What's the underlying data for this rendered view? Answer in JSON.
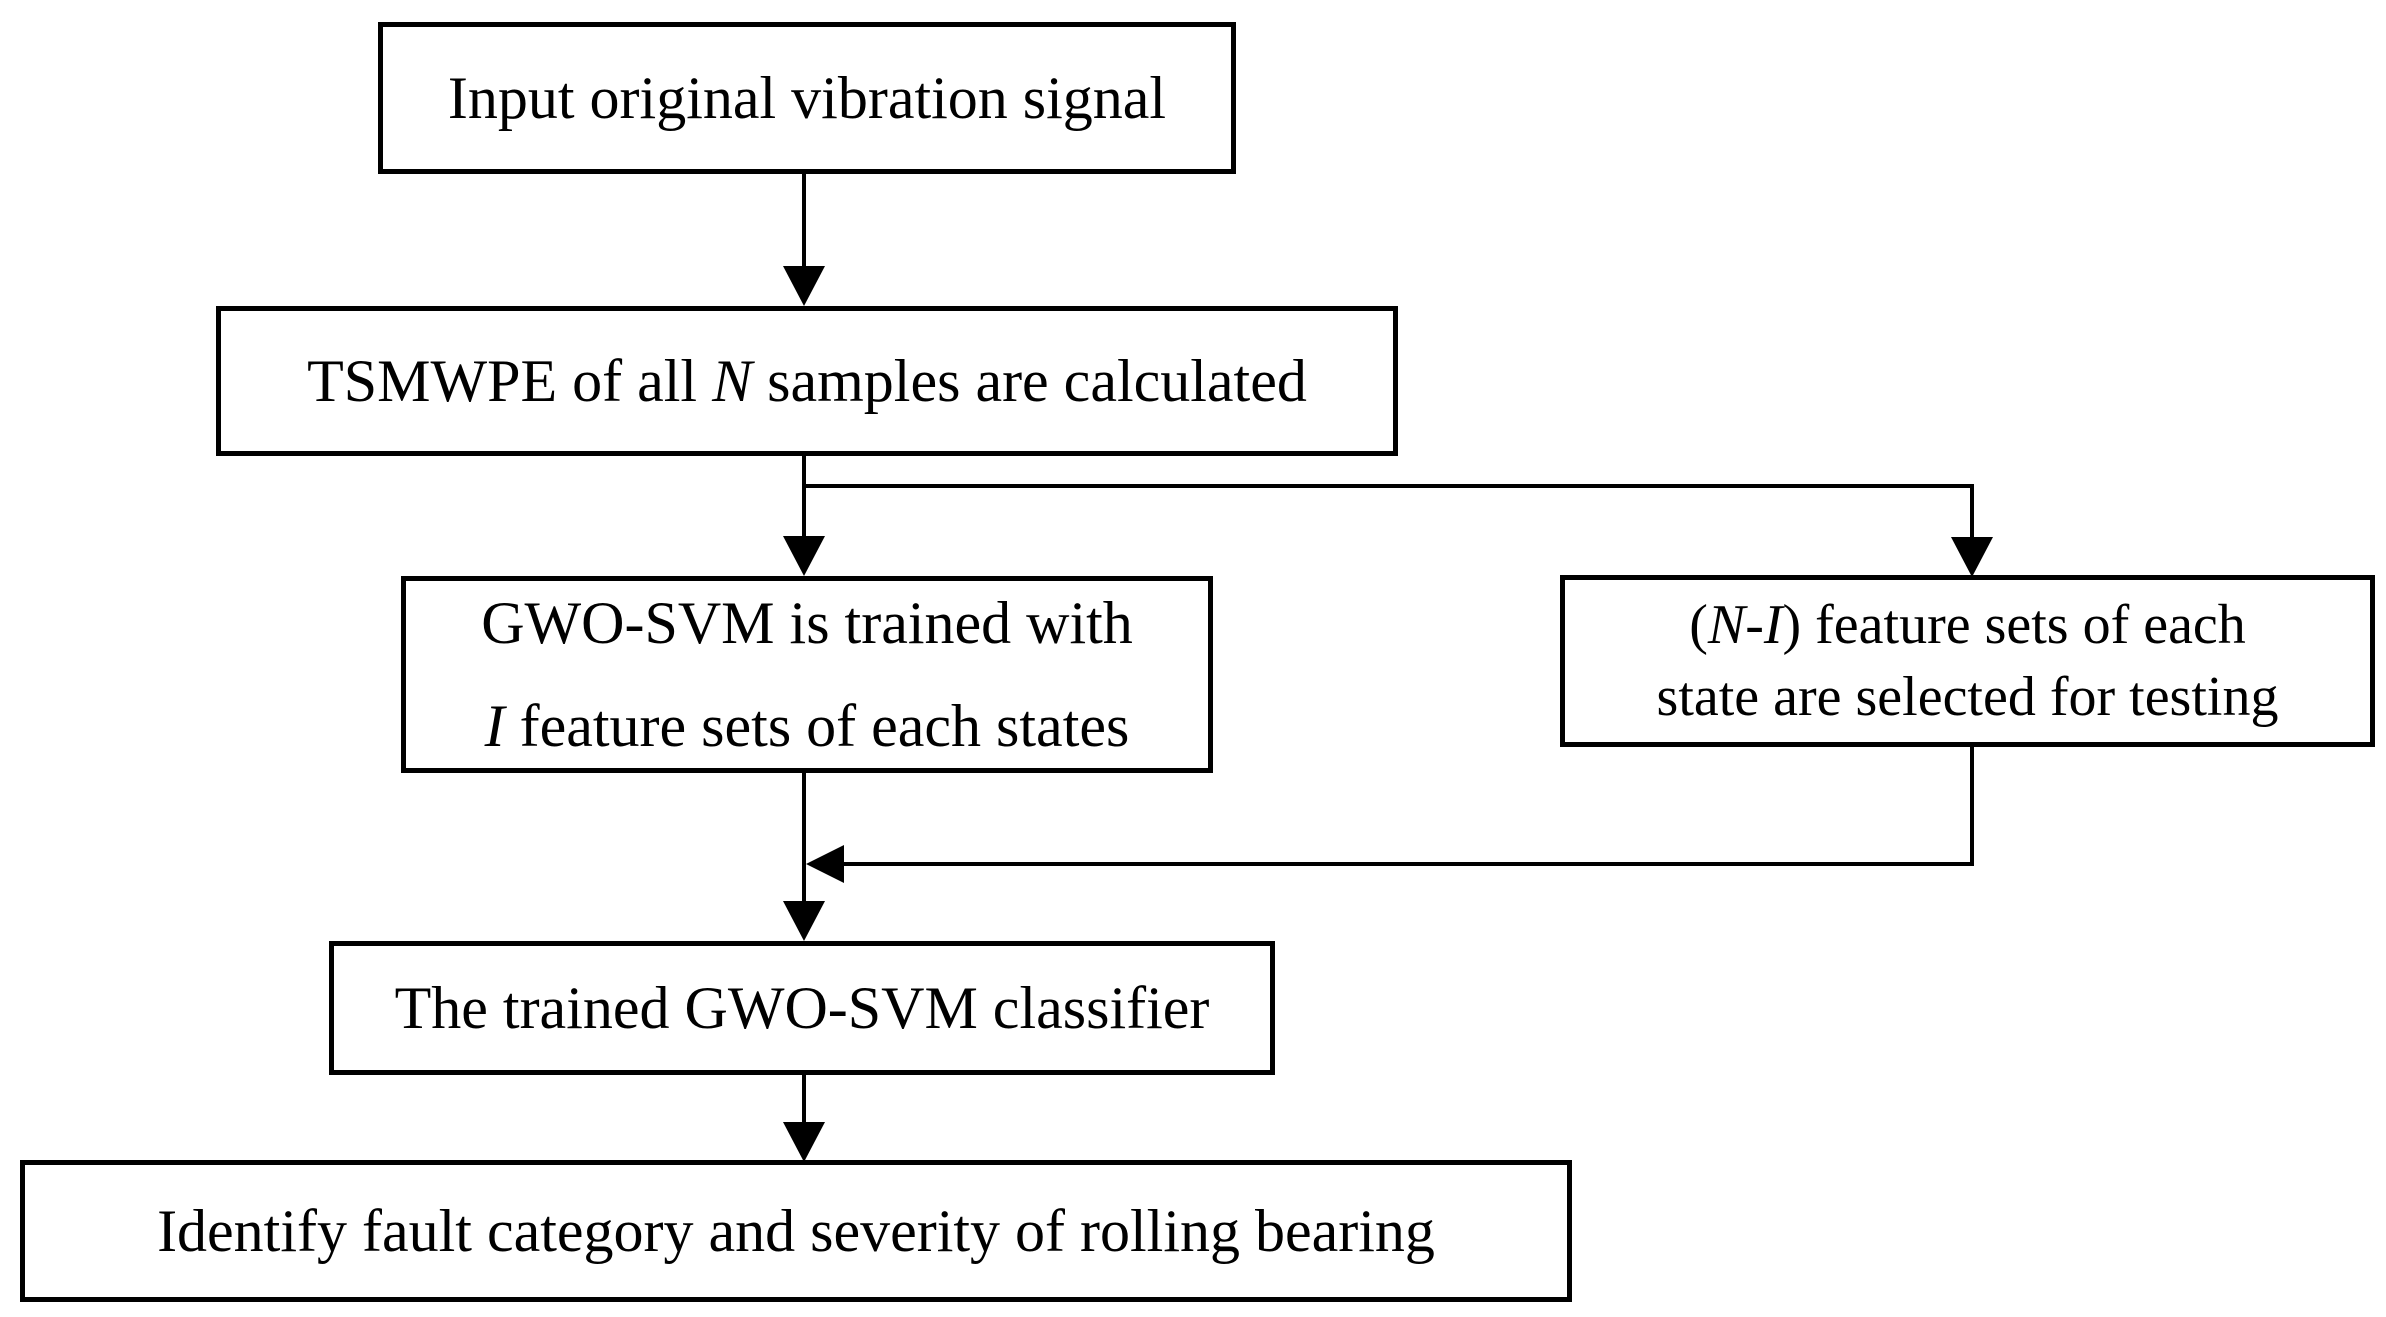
{
  "diagram": {
    "title": "TSMWPE + GWO-SVM rolling bearing fault diagnosis flowchart",
    "background_color": "#ffffff",
    "stroke_color": "#000000",
    "nodes": {
      "input": {
        "lines": [
          [
            {
              "text": "Input original vibration signal"
            }
          ]
        ]
      },
      "tsmwpe": {
        "lines": [
          [
            {
              "text": "TSMWPE of all "
            },
            {
              "text": "N",
              "italic": true
            },
            {
              "text": " samples are calculated"
            }
          ]
        ]
      },
      "train": {
        "lines": [
          [
            {
              "text": "GWO-SVM is trained with"
            }
          ],
          [
            {
              "text": "I",
              "italic": true
            },
            {
              "text": " feature sets of each states"
            }
          ]
        ]
      },
      "test": {
        "lines": [
          [
            {
              "text": "("
            },
            {
              "text": "N-I",
              "italic": true
            },
            {
              "text": ") feature sets of each"
            }
          ],
          [
            {
              "text": "state are selected for testing"
            }
          ]
        ]
      },
      "classifier": {
        "lines": [
          [
            {
              "text": "The trained GWO-SVM classifier"
            }
          ]
        ]
      },
      "identify": {
        "lines": [
          [
            {
              "text": "Identify fault category and severity of rolling bearing"
            }
          ]
        ]
      }
    }
  }
}
